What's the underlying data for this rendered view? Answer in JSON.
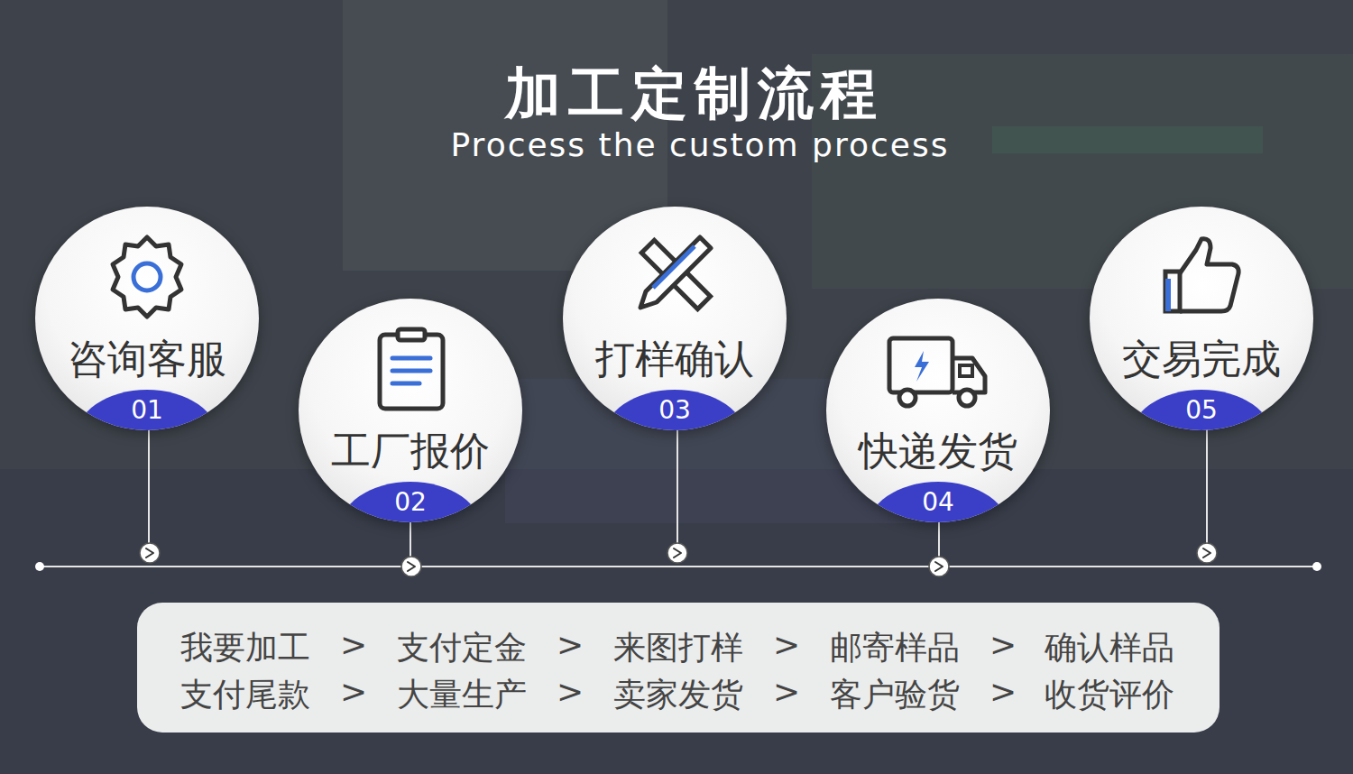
{
  "diagram": {
    "title": "加工定制流程",
    "caption": "Process the custom process",
    "nodes": [
      {
        "text": [
          "咨询客服",
          "01"
        ]
      },
      {
        "text": [
          "工厂报价",
          "02"
        ]
      },
      {
        "text": [
          "打样确认",
          "03"
        ]
      },
      {
        "text": [
          "快递发货",
          "04"
        ]
      },
      {
        "text": [
          "交易完成",
          "05"
        ]
      },
      {
        "text": [
          "我要加工",
          ">",
          "支付定金",
          ">",
          "来图打样",
          ">",
          "邮寄样品",
          ">",
          "确认样品",
          "支付尾款",
          ">",
          "大量生产",
          ">",
          "卖家发货",
          ">",
          "客户验货",
          ">",
          "收货评价"
        ]
      }
    ]
  }
}
